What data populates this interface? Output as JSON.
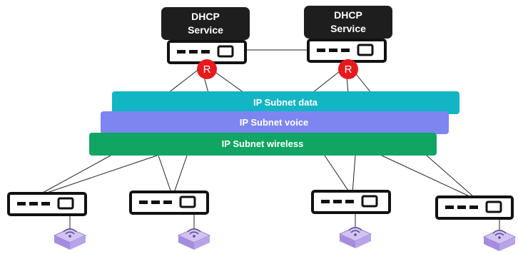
{
  "dhcp_left": {
    "line1": "DHCP",
    "line2": "Service"
  },
  "dhcp_right": {
    "line1": "DHCP",
    "line2": "Service"
  },
  "router_left": {
    "badge": "R"
  },
  "router_right": {
    "badge": "R"
  },
  "subnets": {
    "data": {
      "label": "IP Subnet data",
      "color": "#12b5c3"
    },
    "voice": {
      "label": "IP Subnet voice",
      "color": "#7d86f0"
    },
    "wireless": {
      "label": "IP Subnet wireless",
      "color": "#10a562"
    }
  },
  "colors": {
    "service_box": "#1e1e1e",
    "router_badge": "#e8191e",
    "access_point": "#b9a3e8",
    "device_outline": "#111111"
  },
  "icons": {
    "router_device": "router-device-icon",
    "switch_device": "switch-device-icon",
    "access_point": "wireless-access-point-icon"
  }
}
